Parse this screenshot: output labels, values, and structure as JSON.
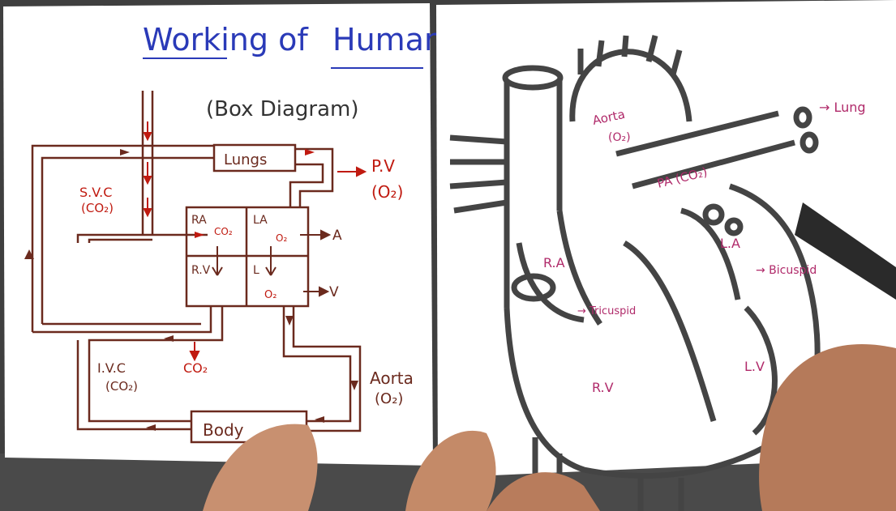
{
  "left_sheet": {
    "title_part1": "Working of",
    "title_part2": "Human",
    "subtitle": "(Box Diagram)",
    "lungs": "Lungs",
    "body": "Body",
    "pv": "P.V",
    "pv_o2": "(O₂)",
    "svc": "S.V.C",
    "svc_co2": "(CO₂)",
    "ra": "RA",
    "ra_co2": "CO₂",
    "la": "LA",
    "la_o2": "O₂",
    "rv": "R.V",
    "lv": "L",
    "lv_o2": "O₂",
    "a_arrow": "A",
    "v_arrow": "V",
    "ivc": "I.V.C",
    "ivc_co2": "(CO₂)",
    "co2_out": "CO₂",
    "aorta": "Aorta",
    "aorta_o2": "(O₂)"
  },
  "right_sheet": {
    "aorta": "Aorta",
    "aorta_o2": "(O₂)",
    "pa": "PA (CO₂)",
    "lungs": "→ Lung",
    "ra": "R.A",
    "la": "L.A",
    "bicuspid": "→ Bicuspid",
    "tricuspid": "→ Tricuspid",
    "rv": "R.V",
    "lv": "L.V"
  },
  "colors": {
    "ink_red": "#a52a1a",
    "ink_maroon": "#6b2a1e",
    "ink_blue": "#2a3ab8",
    "ink_pink": "#b02a6a",
    "heart_outline": "#4a4a4a",
    "paper": "#ffffff"
  }
}
